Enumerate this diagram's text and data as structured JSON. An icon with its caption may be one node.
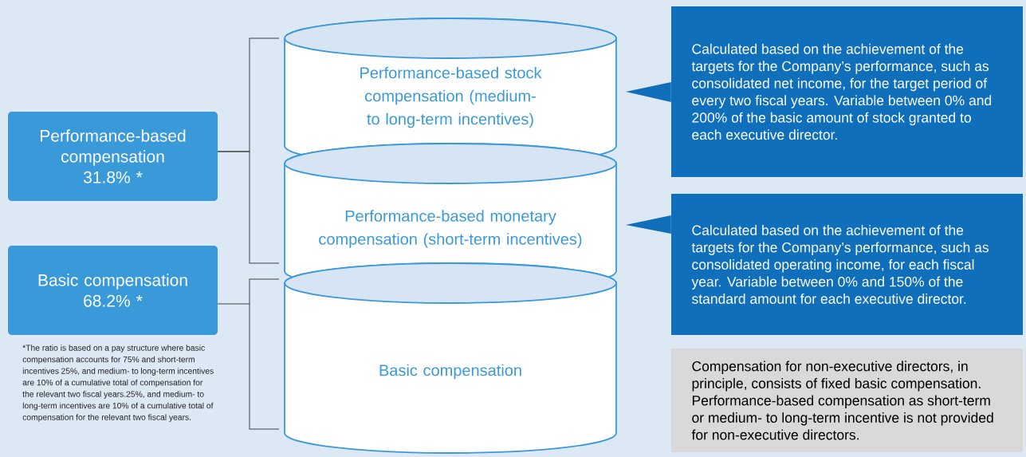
{
  "diagram": {
    "nodes": [
      {
        "text": [
          "Performance-based compensation",
          "31.8% *"
        ]
      },
      {
        "text": [
          "Basic compensation",
          "68.2% *"
        ]
      },
      {
        "text": [
          "Performance-based stock compensation (medium- to long-term incentives)"
        ]
      },
      {
        "text": [
          "Performance-based monetary compensation (short-term incentives)"
        ]
      },
      {
        "text": [
          "Basic compensation"
        ]
      },
      {
        "text": [
          "Calculated based on the achievement of the targets for the Company’s performance, such as consolidated net income, for the target period of every two fiscal years. Variable between 0% and 200% of the basic amount of stock granted to each executive director."
        ]
      },
      {
        "text": [
          "Calculated based on the achievement of the targets for the Company’s performance, such as consolidated operating income, for each fiscal year. Variable between 0% and 150% of the standard amount for each executive director."
        ]
      },
      {
        "text": [
          "Compensation for non-executive directors, in principle, consists of fixed basic compensation. Performance-based compensation as short-term or medium- to long-term incentive is not provided for non-executive directors."
        ]
      }
    ],
    "edges": [
      {
        "from": 0,
        "to": 2,
        "arrow": "none"
      },
      {
        "from": 0,
        "to": 3,
        "arrow": "none"
      },
      {
        "from": 1,
        "to": 4,
        "arrow": "none"
      },
      {
        "from": 5,
        "to": 2,
        "arrow": "to"
      },
      {
        "from": 6,
        "to": 3,
        "arrow": "to"
      }
    ],
    "labels": [
      "*The ratio is based on a pay structure where basic compensation accounts for 75% and short-term incentives 25%, and medium- to long-term incentives are 10% of a cumulative total of compensation for the relevant two fiscal years.25%, and medium- to long-term incentives are 10% of a cumulative total of compensation for the relevant two fiscal years."
    ]
  }
}
